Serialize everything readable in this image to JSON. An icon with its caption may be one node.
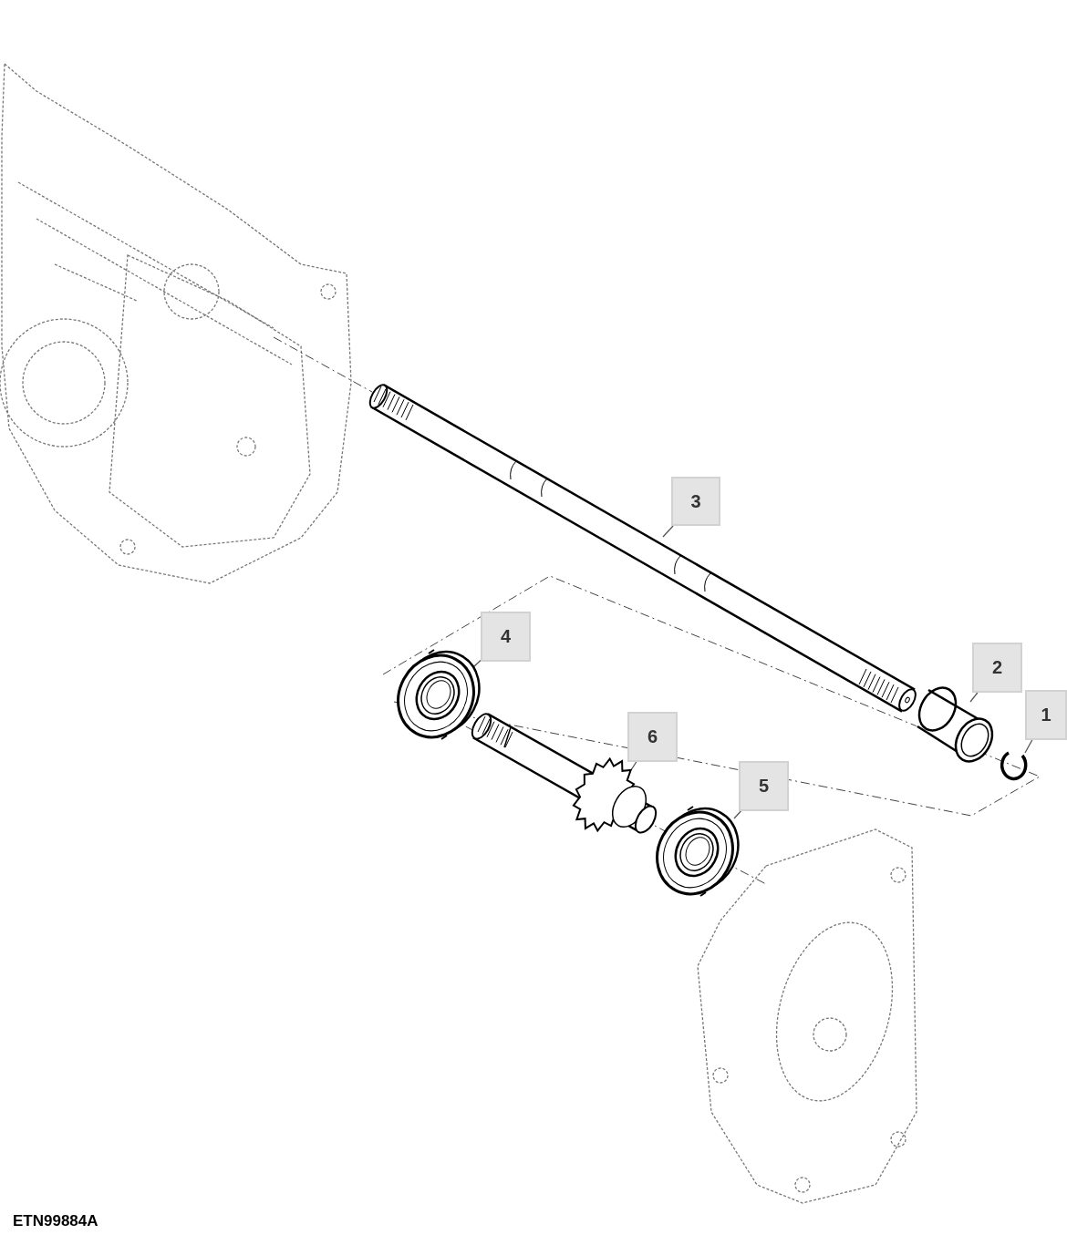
{
  "diagram": {
    "nodes": [
      {
        "text": [
          "3"
        ]
      },
      {
        "text": [
          "4"
        ]
      },
      {
        "text": [
          "2"
        ]
      },
      {
        "text": [
          "1"
        ]
      },
      {
        "text": [
          "6"
        ]
      },
      {
        "text": [
          "5"
        ]
      },
      {
        "text": [],
        "shape": "picture"
      },
      {
        "text": [],
        "shape": "picture"
      },
      {
        "text": [],
        "shape": "picture"
      },
      {
        "text": [],
        "shape": "picture"
      },
      {
        "text": [],
        "shape": "picture"
      },
      {
        "text": [],
        "shape": "picture"
      }
    ],
    "edges": [
      {
        "from": 0,
        "to": 6,
        "arrow": "none"
      },
      {
        "from": 1,
        "to": 7,
        "arrow": "none"
      },
      {
        "from": 2,
        "to": 8,
        "arrow": "none"
      },
      {
        "from": 3,
        "to": 9,
        "arrow": "none"
      },
      {
        "from": 4,
        "to": 10,
        "arrow": "none"
      },
      {
        "from": 5,
        "to": 11,
        "arrow": "none"
      }
    ],
    "labels": [
      "ETN99884A"
    ]
  }
}
